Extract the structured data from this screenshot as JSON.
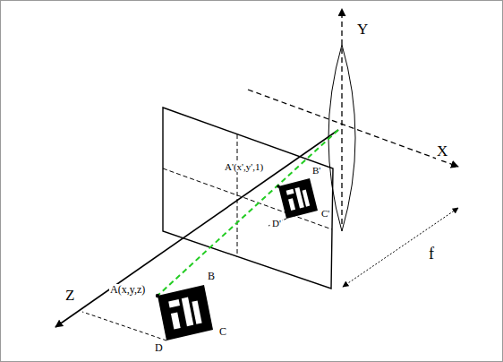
{
  "diagram": {
    "labels": [
      "Y",
      "X",
      "A'(x',y',1)",
      "B'",
      "D'",
      "C'",
      "f",
      "Z",
      "A(x,y,z)",
      "B",
      "C",
      "D"
    ]
  }
}
